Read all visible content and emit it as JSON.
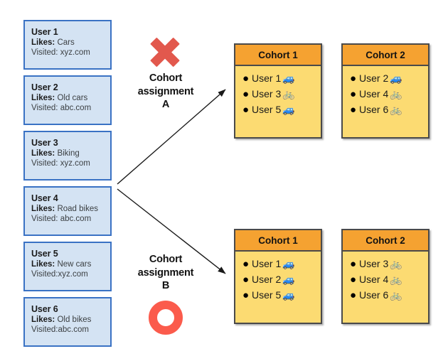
{
  "users": [
    {
      "name": "User 1",
      "likes_label": "Likes:",
      "likes": "Cars",
      "visited": "Visited: xyz.com"
    },
    {
      "name": "User 2",
      "likes_label": "Likes:",
      "likes": "Old cars",
      "visited": "Visited: abc.com"
    },
    {
      "name": "User 3",
      "likes_label": "Likes:",
      "likes": "Biking",
      "visited": "Visited: xyz.com"
    },
    {
      "name": "User 4",
      "likes_label": "Likes:",
      "likes": "Road bikes",
      "visited": "Visited: abc.com"
    },
    {
      "name": "User 5",
      "likes_label": "Likes:",
      "likes": "New cars",
      "visited": "Visited:xyz.com"
    },
    {
      "name": "User 6",
      "likes_label": "Likes:",
      "likes": "Old bikes",
      "visited": "Visited:abc.com"
    }
  ],
  "assignments": {
    "a": {
      "label": "Cohort\nassignment\nA",
      "mark": "x-mark",
      "mark_color": "#e2584d",
      "cohorts": [
        {
          "title": "Cohort 1",
          "members": [
            {
              "name": "User 1",
              "icon": "car-emoji",
              "glyph": "🚙"
            },
            {
              "name": "User 3",
              "icon": "bicycle-emoji",
              "glyph": "🚲"
            },
            {
              "name": "User 5",
              "icon": "car-emoji",
              "glyph": "🚙"
            }
          ]
        },
        {
          "title": "Cohort 2",
          "members": [
            {
              "name": "User 2",
              "icon": "car-emoji",
              "glyph": "🚙"
            },
            {
              "name": "User 4",
              "icon": "bicycle-emoji",
              "glyph": "🚲"
            },
            {
              "name": "User 6",
              "icon": "bicycle-emoji",
              "glyph": "🚲"
            }
          ]
        }
      ]
    },
    "b": {
      "label": "Cohort\nassignment\nB",
      "mark": "circle-mark",
      "mark_color": "#fb5b4c",
      "cohorts": [
        {
          "title": "Cohort 1",
          "members": [
            {
              "name": "User 1",
              "icon": "car-emoji",
              "glyph": "🚙"
            },
            {
              "name": "User 2",
              "icon": "car-emoji",
              "glyph": "🚙"
            },
            {
              "name": "User 5",
              "icon": "car-emoji",
              "glyph": "🚙"
            }
          ]
        },
        {
          "title": "Cohort 2",
          "members": [
            {
              "name": "User 3",
              "icon": "bicycle-emoji",
              "glyph": "🚲"
            },
            {
              "name": "User 4",
              "icon": "bicycle-emoji",
              "glyph": "🚲"
            },
            {
              "name": "User 6",
              "icon": "bicycle-emoji",
              "glyph": "🚲"
            }
          ]
        }
      ]
    }
  },
  "colors": {
    "user_card_fill": "#d4e3f3",
    "user_card_border": "#3a72c4",
    "cohort_header": "#f5a231",
    "cohort_body": "#fcdb72",
    "cohort_border": "#4a4a4a",
    "arrow": "#1a1a1a"
  }
}
